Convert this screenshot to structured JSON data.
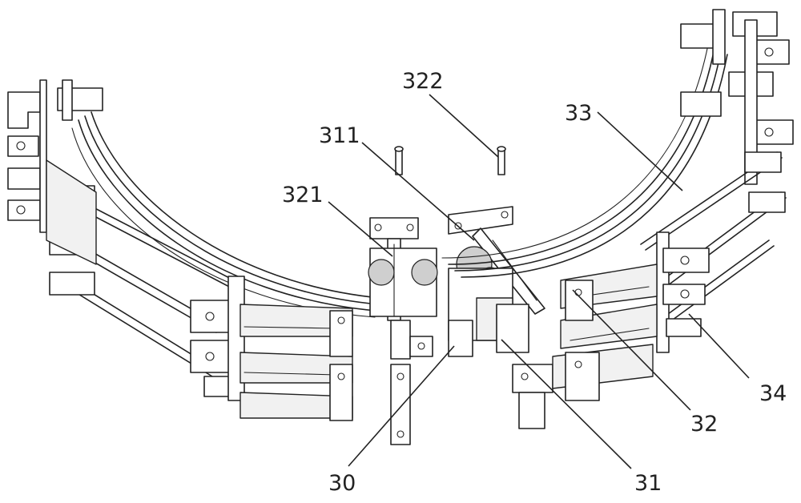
{
  "labels": {
    "l322": "322",
    "l311": "311",
    "l321": "321",
    "l33": "33",
    "l34": "34",
    "l32": "32",
    "l31": "31",
    "l30": "30"
  }
}
